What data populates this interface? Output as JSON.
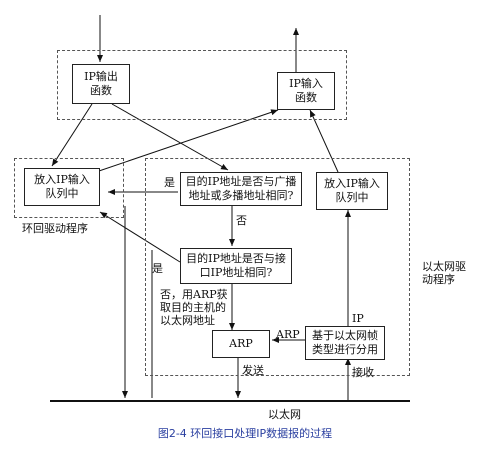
{
  "boxes": {
    "ip_output": "IP输出\n函数",
    "ip_input": "IP输入\n函数",
    "loopback_queue": "放入IP输入\n队列中",
    "eth_queue": "放入IP输入\n队列中",
    "check_broadcast": "目的IP地址是否与广播\n地址或多播地址相同?",
    "check_iface": "目的IP地址是否与接\n口IP地址相同?",
    "arp": "ARP",
    "demux": "基于以太网帧\n类型进行分用"
  },
  "labels": {
    "yes_top": "是",
    "no_middle": "否",
    "yes_bottom": "是",
    "no_arp": "否，用ARP获\n取目的主机的\n以太网地址",
    "loopback_driver": "环回驱动程序",
    "ethernet_driver": "以太网驱\n动程序",
    "ip_arrow": "IP",
    "arp_arrow": "ARP",
    "send": "发送",
    "receive": "接收",
    "ethernet": "以太网"
  },
  "caption": "图2-4  环回接口处理IP数据报的过程"
}
